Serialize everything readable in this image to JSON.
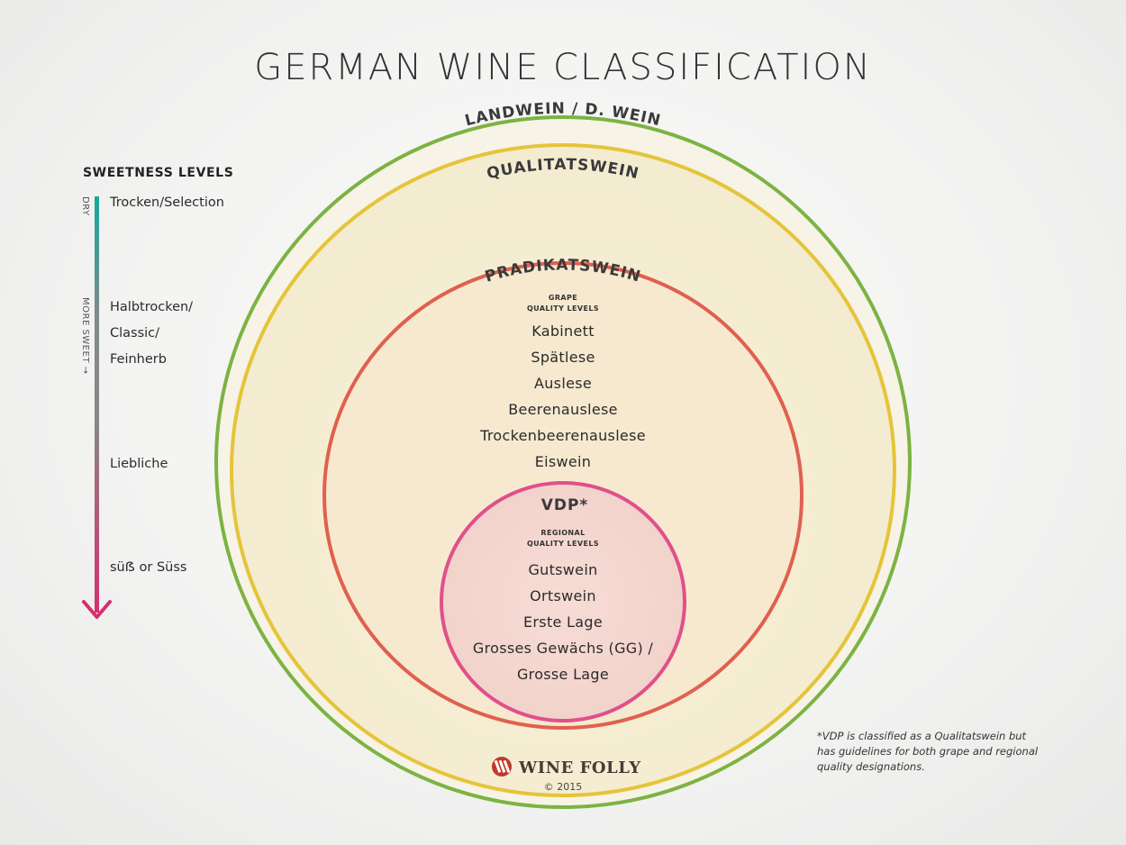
{
  "title": "GERMAN WINE CLASSIFICATION",
  "rings": {
    "landwein": "LANDWEIN / D. WEIN",
    "qualitatswein": "QUALITATSWEIN",
    "pradikatswein": "PRADIKATSWEIN",
    "vdp": "VDP*"
  },
  "pradikat": {
    "subtitle_line1": "GRAPE",
    "subtitle_line2": "QUALITY LEVELS",
    "levels": [
      "Kabinett",
      "Spätlese",
      "Auslese",
      "Beerenauslese",
      "Trockenbeerenauslese",
      "Eiswein"
    ]
  },
  "vdp": {
    "subtitle_line1": "REGIONAL",
    "subtitle_line2": "QUALITY LEVELS",
    "levels": [
      "Gutswein",
      "Ortswein",
      "Erste Lage",
      "Grosses Gewächs (GG) /",
      "Grosse Lage"
    ]
  },
  "sweetness": {
    "heading": "SWEETNESS LEVELS",
    "axis_dry": "DRY",
    "axis_sweet": "MORE SWEET →",
    "items": [
      "Trocken/Selection",
      "Halbtrocken/",
      "Classic/",
      "Feinherb",
      "Liebliche",
      "süẞ or Süss"
    ]
  },
  "footnote": {
    "line1": "*VDP is classified as a Qualitatswein but",
    "line2": "has guidelines for both grape and regional",
    "line3": "quality designations."
  },
  "brand": {
    "name": "WINE FOLLY",
    "copyright": "© 2015"
  },
  "colors": {
    "landwein": "#7cb342",
    "qualitatswein": "#e5c43a",
    "pradikatswein": "#e0604f",
    "vdp": "#e0508a",
    "arrow_top": "#1aa39a",
    "arrow_mid": "#888888",
    "arrow_bottom": "#d62f6f"
  }
}
